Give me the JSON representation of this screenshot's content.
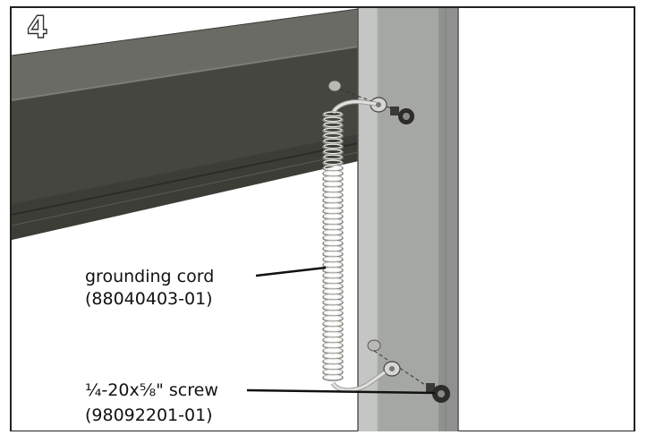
{
  "step": {
    "number": "4"
  },
  "callouts": [
    {
      "name": "grounding cord",
      "line1": "grounding cord",
      "line2": "(88040403-01)"
    },
    {
      "name": "screw",
      "line1": "¼-20x⅝\" screw",
      "line2": "(98092201-01)"
    }
  ],
  "colors": {
    "beam_top": "#5a5b55",
    "beam_face": "#44453f",
    "post": "#a9aba9",
    "post_shade": "#8e908e",
    "cord": "#c9c9c4",
    "screw": "#2c2d2b",
    "frame": "#222222"
  }
}
